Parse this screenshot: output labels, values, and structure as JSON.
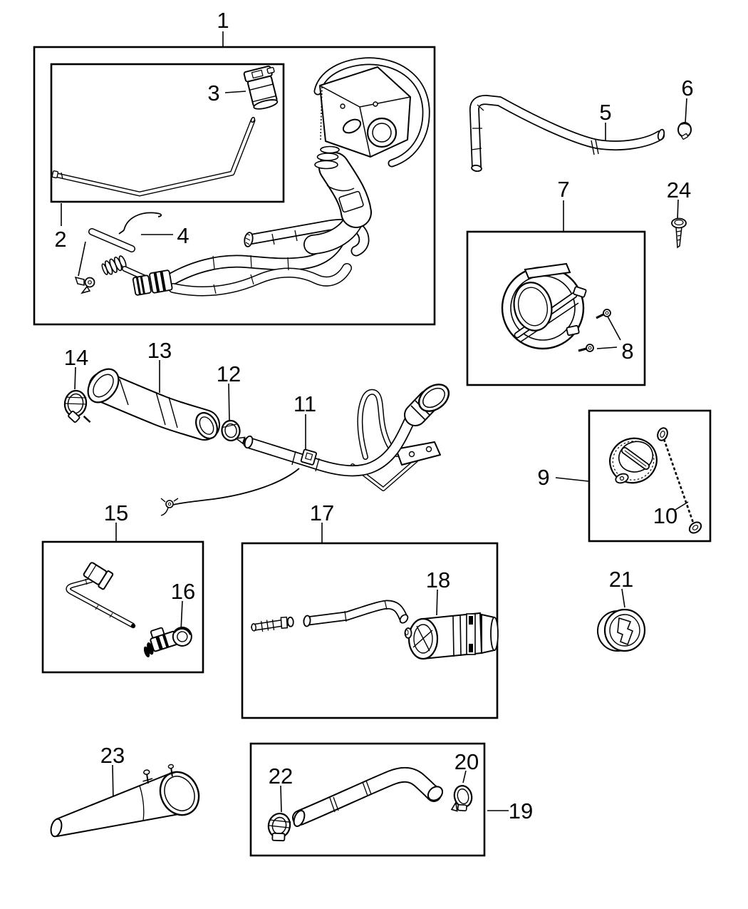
{
  "diagram": {
    "kind": "exploded-parts-diagram",
    "background": "#ffffff",
    "line_color": "#000000",
    "callouts": [
      {
        "label": "1"
      },
      {
        "label": "2"
      },
      {
        "label": "3"
      },
      {
        "label": "4"
      },
      {
        "label": "5"
      },
      {
        "label": "6"
      },
      {
        "label": "7"
      },
      {
        "label": "8"
      },
      {
        "label": "9"
      },
      {
        "label": "10"
      },
      {
        "label": "11"
      },
      {
        "label": "12"
      },
      {
        "label": "13"
      },
      {
        "label": "14"
      },
      {
        "label": "15"
      },
      {
        "label": "16"
      },
      {
        "label": "17"
      },
      {
        "label": "18"
      },
      {
        "label": "19"
      },
      {
        "label": "20"
      },
      {
        "label": "21"
      },
      {
        "label": "22"
      },
      {
        "label": "23"
      },
      {
        "label": "24"
      }
    ]
  }
}
